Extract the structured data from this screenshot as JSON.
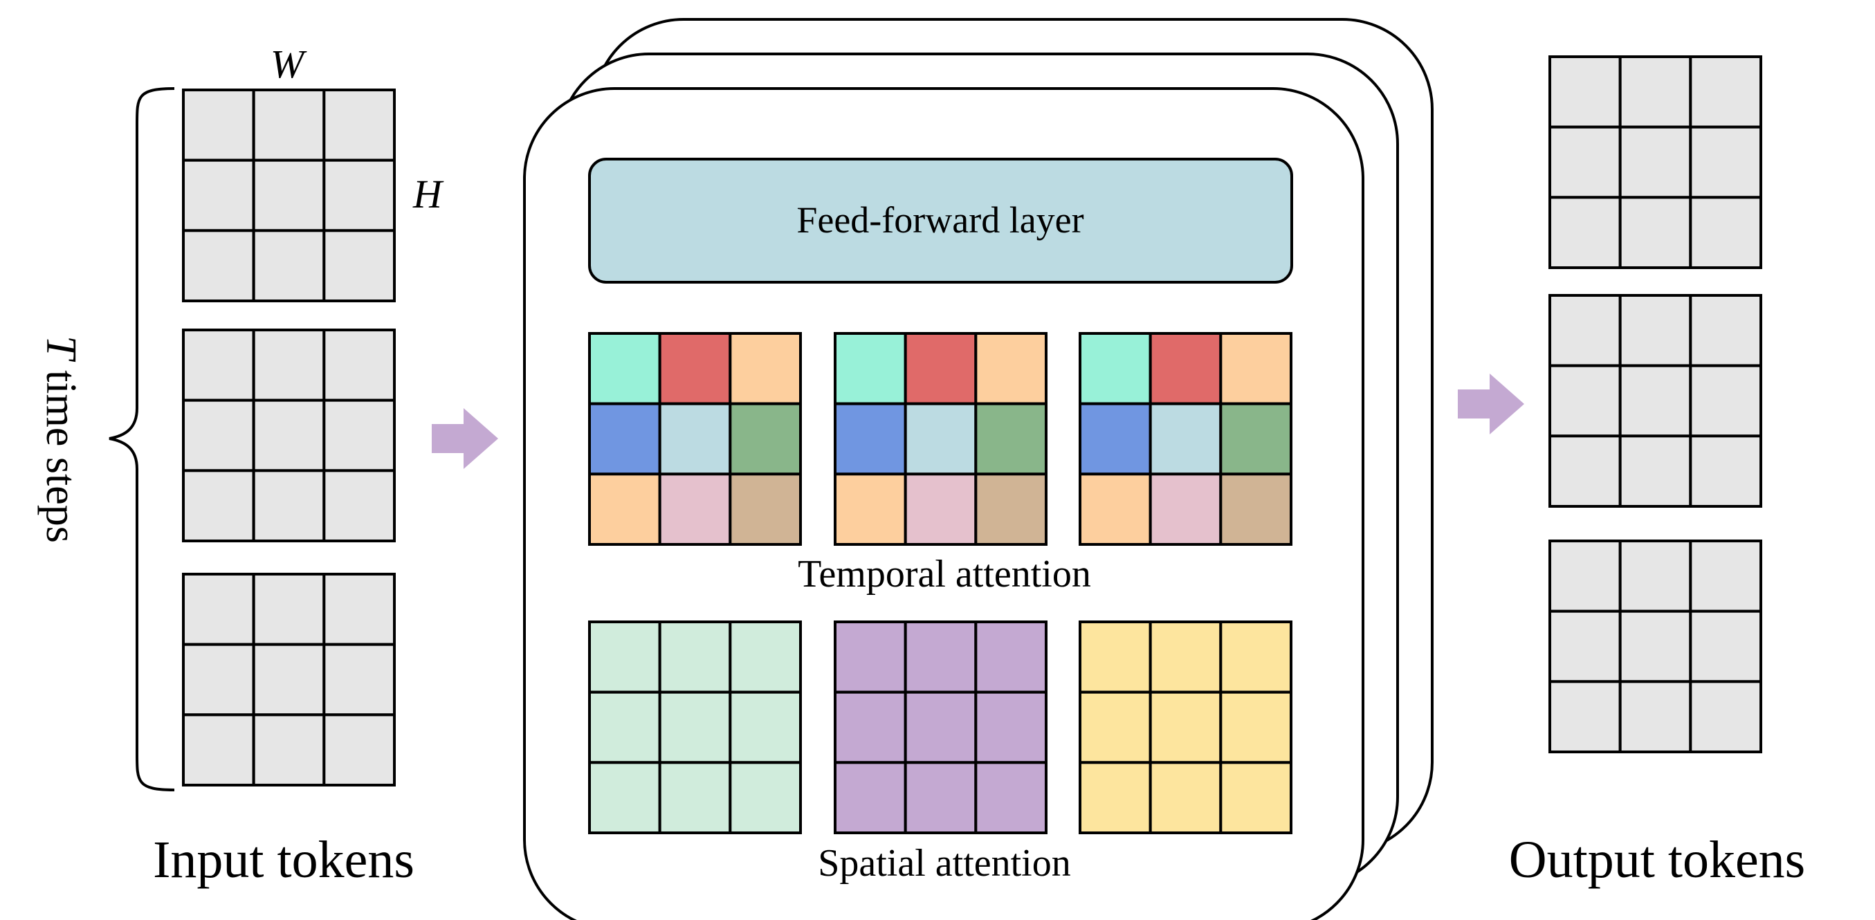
{
  "labels": {
    "width_symbol": "W",
    "height_symbol": "H",
    "time_symbol": "T",
    "time_text": " time steps",
    "input_caption": "Input tokens",
    "output_caption": "Output tokens",
    "ffn_label": "Feed-forward layer",
    "temporal_label": "Temporal attention",
    "spatial_label": "Spatial attention"
  },
  "colors": {
    "token_gray": "#e6e6e6",
    "ffn_fill": "#bcdbe2",
    "arrow": "#c4a9d2",
    "stroke": "#000000"
  },
  "temporal_grid_colors": [
    "#98f1d8",
    "#e06a69",
    "#fdcf9e",
    "#7096e1",
    "#bcdbe2",
    "#89b68a",
    "#fdcf9e",
    "#e5c1cd",
    "#d0b495"
  ],
  "spatial_grid_colors": [
    "#d0ecdc",
    "#c4a9d2",
    "#fde59e"
  ],
  "grid_size": {
    "rows": 3,
    "cols": 3
  },
  "input_frames": 3,
  "output_frames": 3,
  "stacked_blocks": 3
}
